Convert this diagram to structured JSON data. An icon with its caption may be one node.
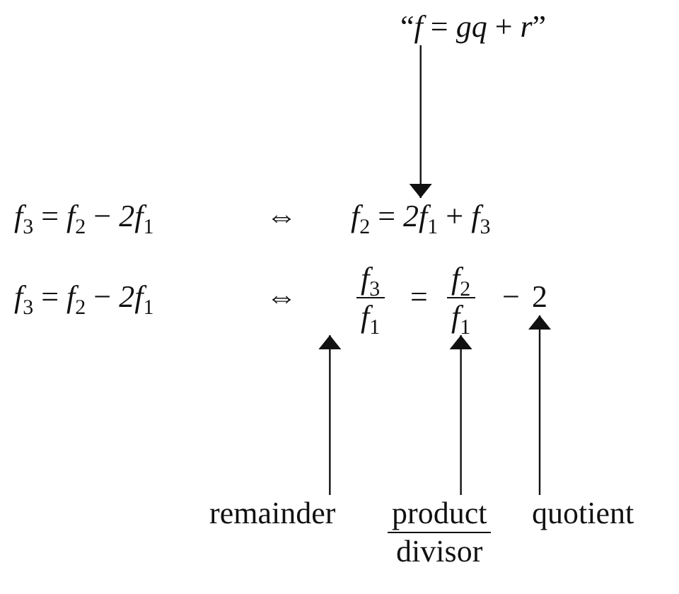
{
  "diagram": {
    "nodes": [
      {
        "text": [
          "“*f* = *gq* + *r*”"
        ]
      },
      {
        "text": [
          "*f*$_{2}$ = *2f*$_{1}$ + *f*$_{3}$"
        ]
      },
      {
        "text": [
          "*f*$_{3}$",
          "*f*$_{1}$"
        ]
      },
      {
        "text": [
          "*f*$_{2}$",
          "*f*$_{1}$"
        ]
      },
      {
        "text": [
          "2"
        ]
      },
      {
        "text": [
          "remainder"
        ]
      },
      {
        "text": [
          "product",
          "divisor"
        ]
      },
      {
        "text": [
          "quotient"
        ]
      }
    ],
    "edges": [
      {
        "from": 0,
        "to": 1,
        "arrow": "to"
      },
      {
        "from": 5,
        "to": 2,
        "arrow": "to"
      },
      {
        "from": 6,
        "to": 3,
        "arrow": "to"
      },
      {
        "from": 7,
        "to": 4,
        "arrow": "to"
      }
    ],
    "labels": [
      "*f*$_{3}$ = *f*$_{2}$ − *2f*$_{1}$",
      "⇔",
      "*f*$_{3}$ = *f*$_{2}$ − *2f*$_{1}$",
      "⇔",
      "=",
      "−"
    ]
  }
}
